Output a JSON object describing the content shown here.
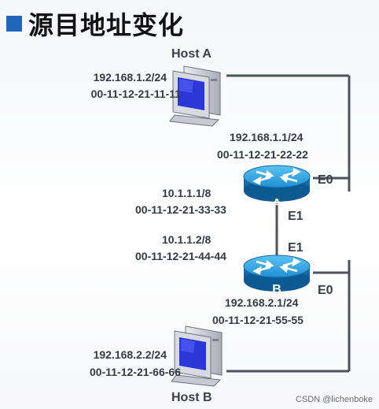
{
  "title": "源目地址变化",
  "host_a": {
    "name": "Host A",
    "ip": "192.168.1.2/24",
    "mac": "00-11-12-21-11-11"
  },
  "router_a": {
    "name": "A",
    "e0": {
      "port": "E0",
      "ip": "192.168.1.1/24",
      "mac": "00-11-12-21-22-22"
    },
    "e1": {
      "port": "E1",
      "ip": "10.1.1.1/8",
      "mac": "00-11-12-21-33-33"
    }
  },
  "router_b": {
    "name": "B",
    "e1": {
      "port": "E1",
      "ip": "10.1.1.2/8",
      "mac": "00-11-12-21-44-44"
    },
    "e0": {
      "port": "E0",
      "ip": "192.168.2.1/24",
      "mac": "00-11-12-21-55-55"
    }
  },
  "host_b": {
    "name": "Host B",
    "ip": "192.168.2.2/24",
    "mac": "00-11-12-21-66-66"
  },
  "watermark": "CSDN @lichenboke",
  "colors": {
    "accent": "#1f66b8",
    "link": "#4b5260",
    "router": "#1d8fd0",
    "screen": "#2a37d6"
  }
}
